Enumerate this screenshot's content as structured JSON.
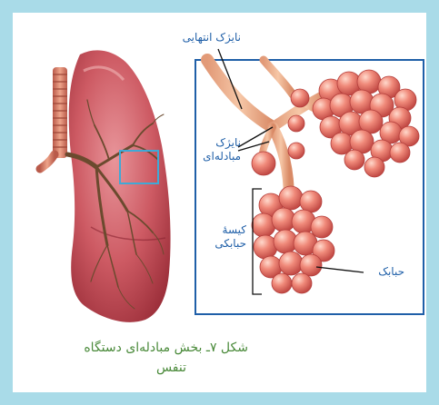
{
  "labels": {
    "terminal_bronchiole": "نایژک انتهایی",
    "respiratory_bronchiole_line1": "نایژک",
    "respiratory_bronchiole_line2": "مبادله‌ای",
    "alveolar_sac_line1": "کیسهٔ",
    "alveolar_sac_line2": "حبابکی",
    "alveolus": "حبابک"
  },
  "caption": {
    "line1": "شکل ۷ـ بخش مبادله‌ای دستگاه",
    "line2": "تنفس"
  },
  "colors": {
    "frame": "#a9dbe8",
    "accent_blue": "#1f5fa8",
    "highlight_box": "#3fa9d6",
    "caption_green": "#4a8a3a",
    "lung": "#c8505a",
    "alveoli": "#e0706a"
  }
}
